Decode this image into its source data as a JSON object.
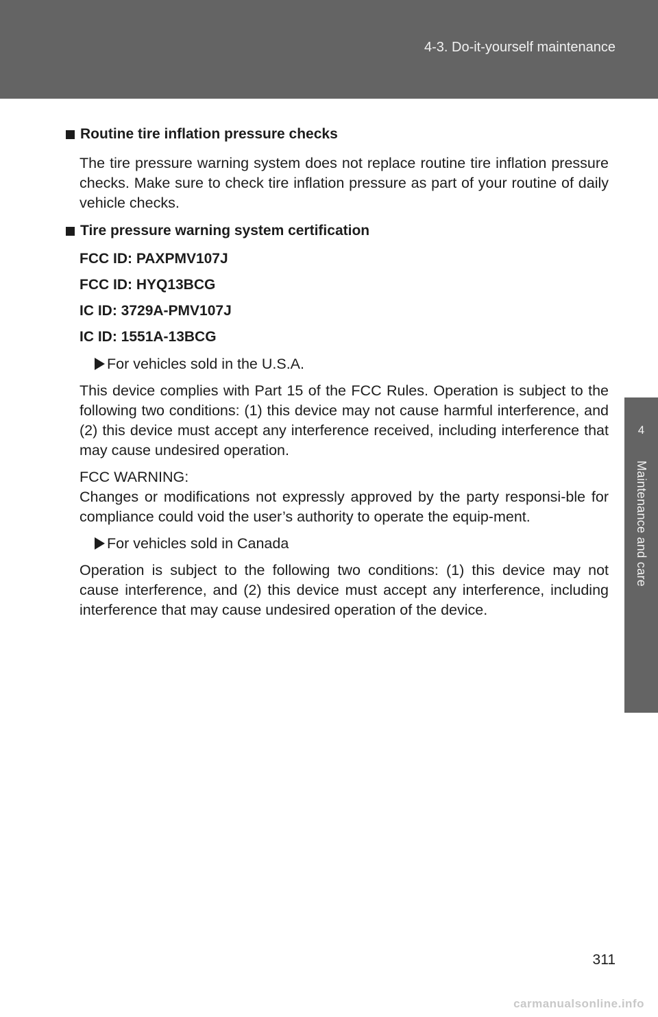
{
  "header": {
    "section_title": "4-3. Do-it-yourself maintenance"
  },
  "side_tab": {
    "chapter_number": "4",
    "chapter_label": "Maintenance and care"
  },
  "sections": [
    {
      "heading": "Routine tire inflation pressure checks",
      "paragraph": "The tire pressure warning system does not replace routine tire inflation pressure checks. Make sure to check tire inflation pressure as part of your routine of daily vehicle checks."
    },
    {
      "heading": "Tire pressure warning system certification",
      "ids": [
        "FCC ID: PAXPMV107J",
        "FCC ID: HYQ13BCG",
        "IC ID: 3729A-PMV107J",
        "IC ID: 1551A-13BCG"
      ],
      "usa": {
        "bullet": "For vehicles sold in the U.S.A.",
        "paragraph": "This device complies with Part 15 of the FCC Rules. Operation is subject to the following two conditions: (1) this device may not cause harmful interference, and (2) this device must accept any interference received, including interference that may cause undesired operation.",
        "warning_title": "FCC WARNING:",
        "warning_text": "Changes or modifications not expressly approved by the party responsi-ble for compliance could void the user’s authority to operate the equip-ment."
      },
      "canada": {
        "bullet": "For vehicles sold in Canada",
        "paragraph": "Operation is subject to the following two conditions: (1) this device may not cause interference, and (2) this device must accept any interference, including interference that may cause undesired operation of the device."
      }
    }
  ],
  "page_number": "311",
  "watermark": "carmanualsonline.info"
}
